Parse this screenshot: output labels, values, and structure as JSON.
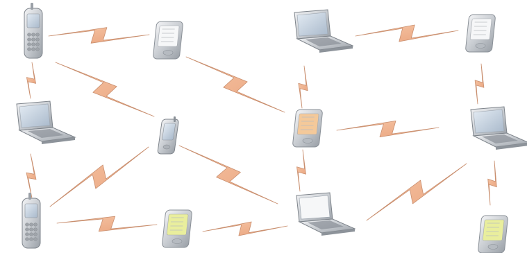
{
  "diagram": {
    "type": "wireless-network",
    "colors": {
      "link_fill": "#f1b795",
      "link_stroke": "#c98f6f",
      "device_silver": "#cfd3d8",
      "device_dark": "#8a9097",
      "screen_blue": "#c7d6e6",
      "screen_white": "#f6f7f8",
      "screen_orange": "#f4c99a",
      "screen_yellow": "#e9ee9d",
      "keypad_gray": "#9fa4aa"
    },
    "nodes": [
      {
        "id": "phone-top-left",
        "kind": "mobile-phone"
      },
      {
        "id": "pda-top-white",
        "kind": "pda",
        "screen": "white"
      },
      {
        "id": "laptop-top-center",
        "kind": "laptop"
      },
      {
        "id": "pda-top-right",
        "kind": "pda",
        "screen": "white"
      },
      {
        "id": "laptop-left",
        "kind": "laptop"
      },
      {
        "id": "smartphone-center",
        "kind": "smartphone"
      },
      {
        "id": "pda-center-orange",
        "kind": "pda",
        "screen": "orange"
      },
      {
        "id": "laptop-right",
        "kind": "laptop"
      },
      {
        "id": "phone-bottom-left",
        "kind": "mobile-phone"
      },
      {
        "id": "pda-bottom-yellow",
        "kind": "pda",
        "screen": "yellow"
      },
      {
        "id": "laptop-bottom-center",
        "kind": "laptop",
        "screen": "white"
      },
      {
        "id": "pda-bottom-right",
        "kind": "pda",
        "screen": "yellow"
      }
    ],
    "links": [
      [
        "phone-top-left",
        "pda-top-white"
      ],
      [
        "phone-top-left",
        "laptop-left"
      ],
      [
        "phone-top-left",
        "smartphone-center"
      ],
      [
        "pda-top-white",
        "pda-center-orange"
      ],
      [
        "laptop-top-center",
        "pda-top-right"
      ],
      [
        "laptop-top-center",
        "pda-center-orange"
      ],
      [
        "pda-top-right",
        "laptop-right"
      ],
      [
        "laptop-left",
        "phone-bottom-left"
      ],
      [
        "smartphone-center",
        "phone-bottom-left"
      ],
      [
        "smartphone-center",
        "laptop-bottom-center"
      ],
      [
        "pda-center-orange",
        "laptop-right"
      ],
      [
        "pda-center-orange",
        "laptop-bottom-center"
      ],
      [
        "laptop-right",
        "pda-bottom-right"
      ],
      [
        "laptop-right",
        "laptop-bottom-center"
      ],
      [
        "phone-bottom-left",
        "pda-bottom-yellow"
      ],
      [
        "pda-bottom-yellow",
        "laptop-bottom-center"
      ]
    ]
  }
}
